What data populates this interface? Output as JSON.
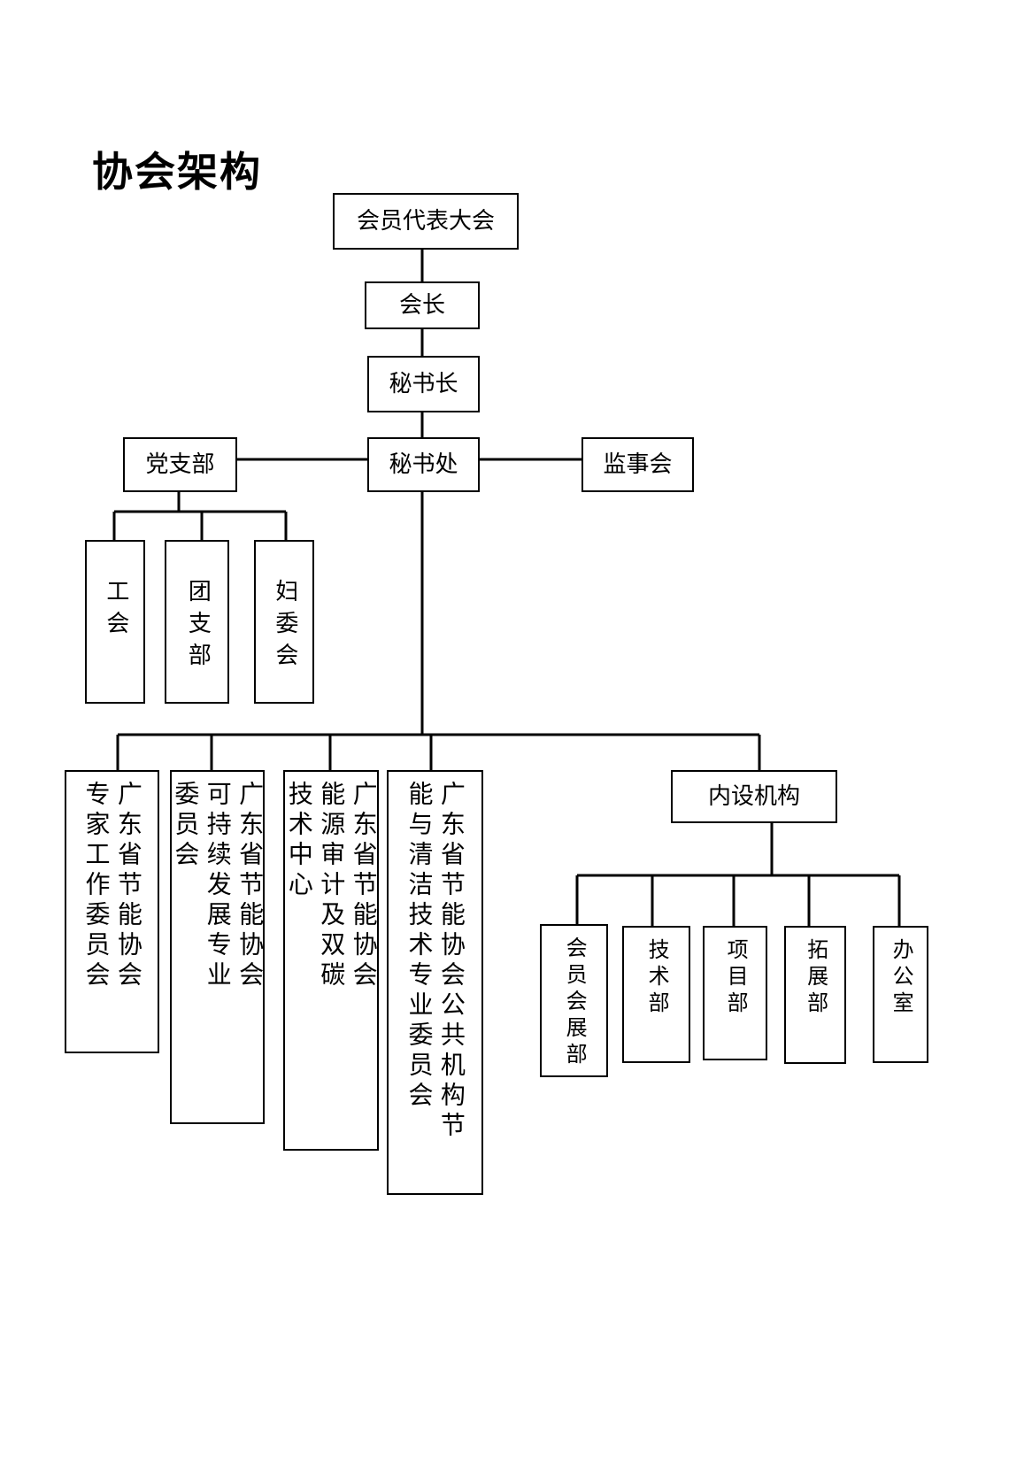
{
  "title": "协会架构",
  "org": {
    "top": "会员代表大会",
    "president": "会长",
    "secretary_general": "秘书长",
    "secretariat": "秘书处",
    "party_branch": "党支部",
    "supervisory_board": "监事会",
    "party_units": [
      "工会",
      "团支部",
      "妇委会"
    ],
    "committees": [
      "广东省节能协会专家工作委员会",
      "广东省节能协会可持续发展专业委员会",
      "广东省节能协会能源审计及双碳技术中心",
      "广东省节能协会公共机构节能与清洁技术专业委员会"
    ],
    "internal": "内设机构",
    "departments": [
      "会员会展部",
      "技术部",
      "项目部",
      "拓展部",
      "办公室"
    ]
  }
}
